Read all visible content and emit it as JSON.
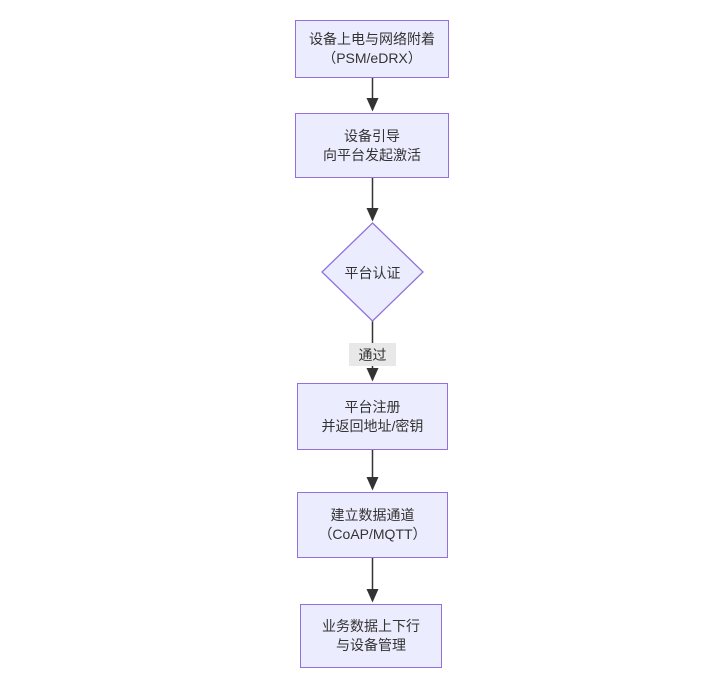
{
  "diagram": {
    "type": "flowchart",
    "direction": "top-down",
    "colors": {
      "background": "#ffffff",
      "node_fill": "#ECECFF",
      "node_border": "#9370DB",
      "edge_line": "#333333",
      "text": "#333333",
      "edge_label_bg": "#e8e8e8"
    },
    "nodes": [
      {
        "id": "A",
        "shape": "rect",
        "lines": [
          "设备上电与网络附着",
          "（PSM/eDRX）"
        ]
      },
      {
        "id": "B",
        "shape": "rect",
        "lines": [
          "设备引导",
          "向平台发起激活"
        ]
      },
      {
        "id": "C",
        "shape": "diamond",
        "lines": [
          "平台认证"
        ]
      },
      {
        "id": "D",
        "shape": "rect",
        "lines": [
          "平台注册",
          "并返回地址/密钥"
        ]
      },
      {
        "id": "E",
        "shape": "rect",
        "lines": [
          "建立数据通道",
          "（CoAP/MQTT）"
        ]
      },
      {
        "id": "F",
        "shape": "rect",
        "lines": [
          "业务数据上下行",
          "与设备管理"
        ]
      }
    ],
    "edges": [
      {
        "from": "A",
        "to": "B",
        "label": ""
      },
      {
        "from": "B",
        "to": "C",
        "label": ""
      },
      {
        "from": "C",
        "to": "D",
        "label": "通过"
      },
      {
        "from": "D",
        "to": "E",
        "label": ""
      },
      {
        "from": "E",
        "to": "F",
        "label": ""
      }
    ]
  }
}
